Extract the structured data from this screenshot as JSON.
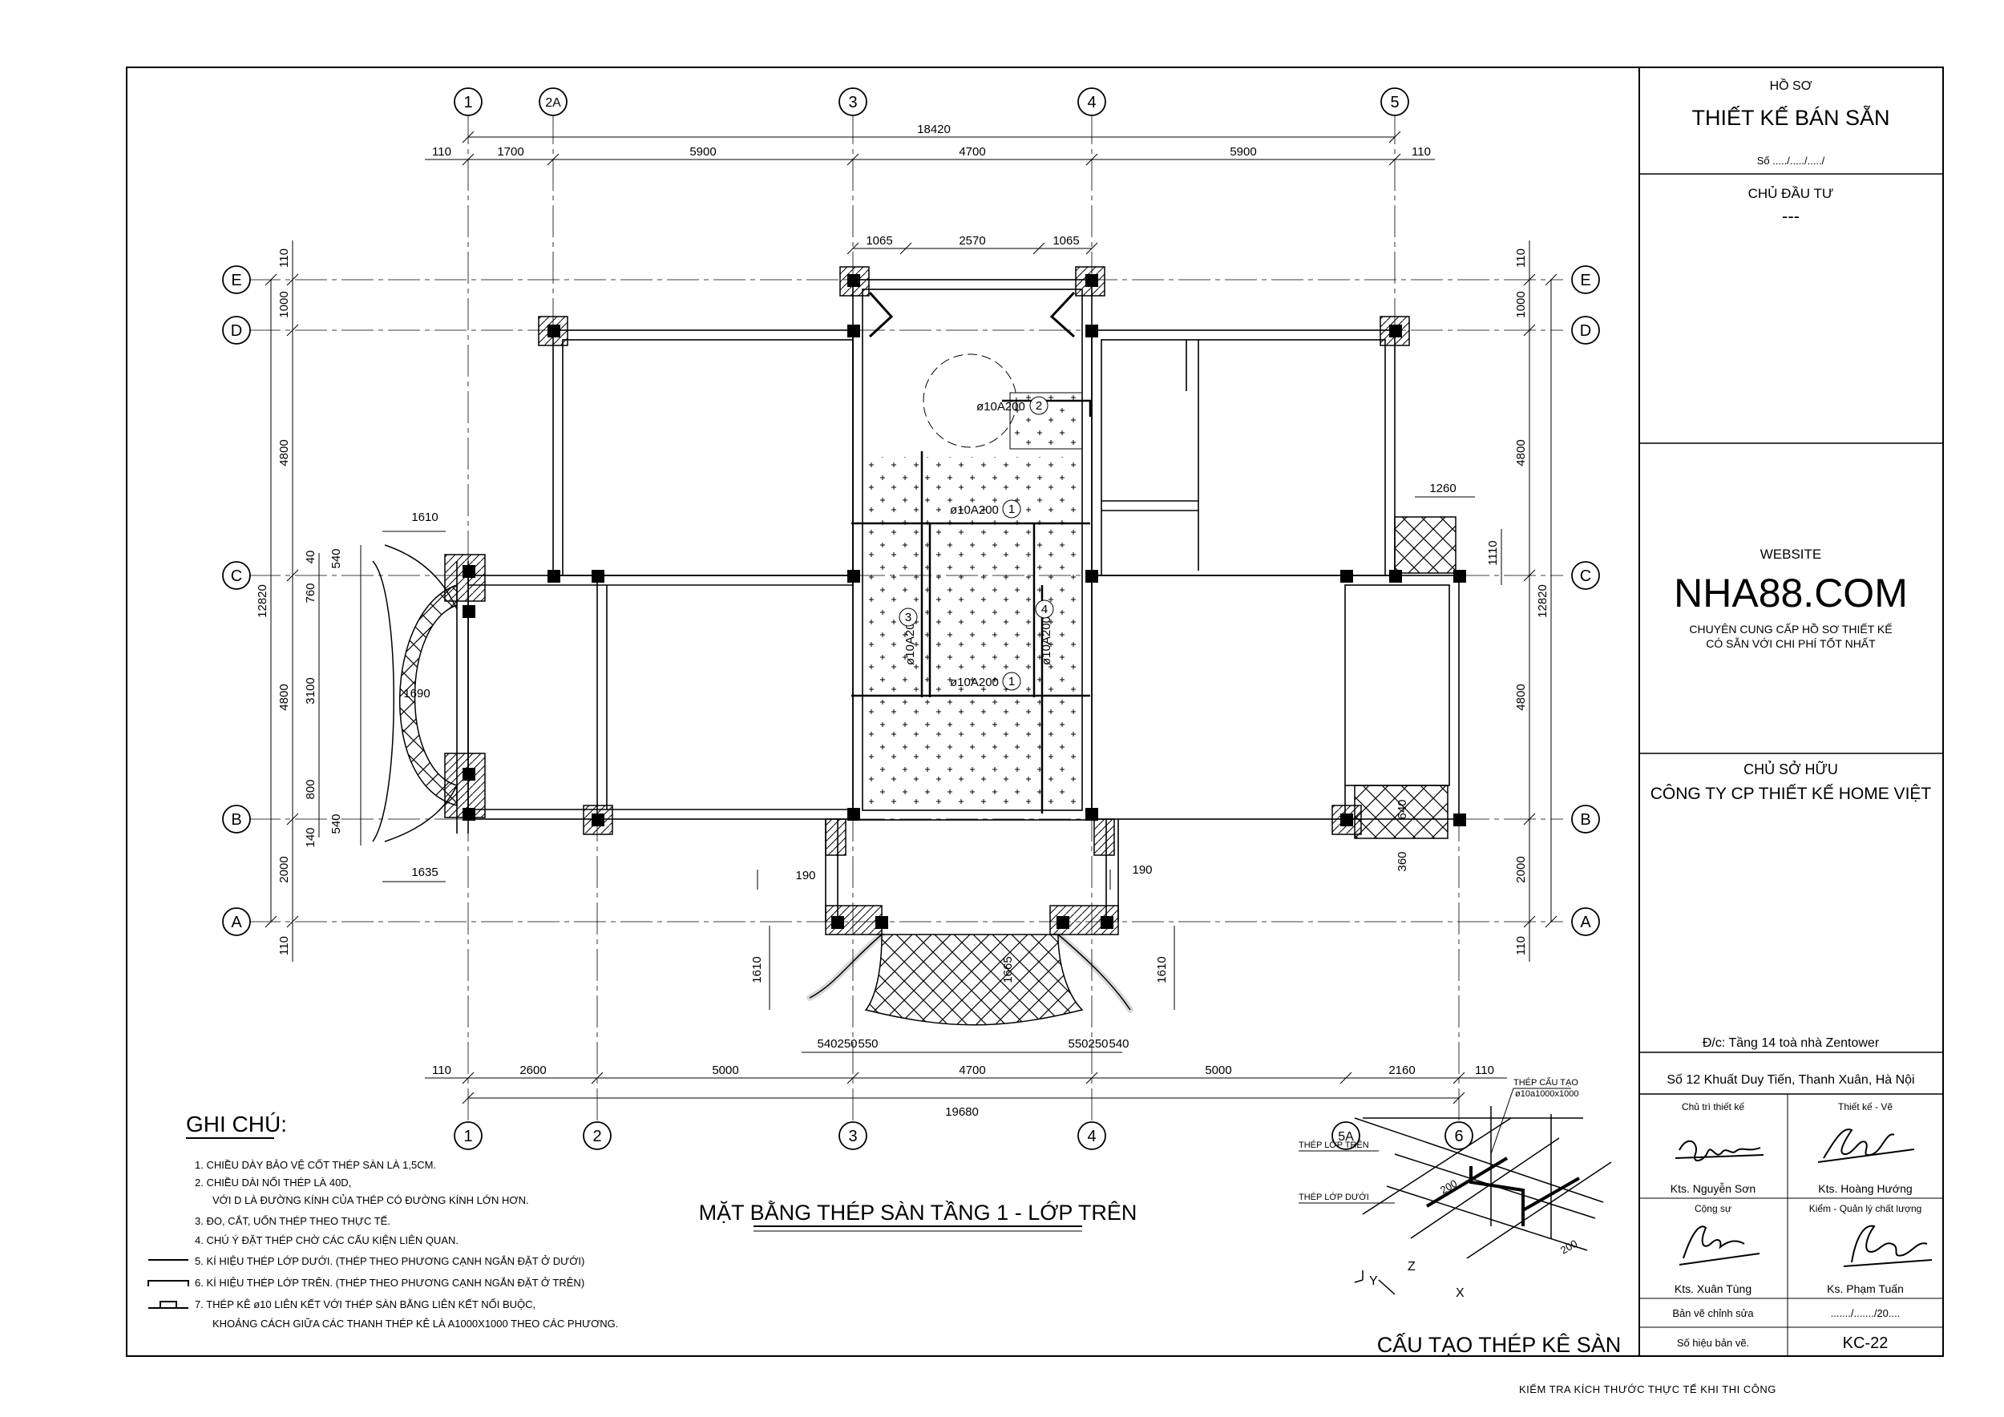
{
  "title_block": {
    "ho_so_label": "HỒ SƠ",
    "ho_so_title": "THIẾT KẾ BÁN SẴN",
    "so_label": "Số ...../...../...../",
    "chu_dau_tu_label": "CHỦ ĐẦU TƯ",
    "chu_dau_tu_value": "---",
    "website_label": "WEBSITE",
    "website_name": "NHA88.COM",
    "tagline_1": "CHUYÊN CUNG CẤP HỒ SƠ THIẾT KẾ",
    "tagline_2": "CÓ SẴN VỚI CHI PHÍ TỐT NHẤT",
    "chu_so_huu_label": "CHỦ SỞ HỮU",
    "chu_so_huu_value": "CÔNG TY CP THIẾT KẾ HOME VIỆT",
    "address_1": "Đ/c: Tầng 14 toà nhà Zentower",
    "address_2": "Số 12 Khuất Duy Tiến, Thanh Xuân, Hà Nội",
    "role_chu_tri": "Chủ trì thiết kế",
    "role_thiet_ke": "Thiết kế - Vẽ",
    "name_chu_tri": "Kts. Nguyễn Sơn",
    "name_thiet_ke": "Kts. Hoàng Hướng",
    "role_cong_su": "Cộng sự",
    "role_kiem": "Kiểm - Quản lý chất lượng",
    "name_cong_su": "Kts. Xuân Tùng",
    "name_kiem": "Ks. Phạm Tuấn",
    "ban_ve_chinh_sua_label": "Bản vẽ chỉnh sửa",
    "ban_ve_chinh_sua_value": "......./......./20....",
    "so_hieu_label": "Số hiệu bản vẽ.",
    "so_hieu_value": "KC-22"
  },
  "drawing": {
    "plan_title": "MẶT BẰNG THÉP SÀN TẦNG 1 - LỚP TRÊN",
    "detail_title": "CẤU TẠO THÉP KÊ SÀN",
    "detail_labels": {
      "thep_cau_tao": "THÉP CẤU TẠO",
      "thep_cau_tao_spec": "ø10a1000x1000",
      "thep_lop_tren": "THÉP LỚP TRÊN",
      "thep_lop_duoi": "THÉP LỚP DƯỚI",
      "dim_200a": "200",
      "dim_200b": "200",
      "axis_x": "X",
      "axis_y": "Y",
      "axis_z": "Z"
    },
    "grid_top": [
      "1",
      "2A",
      "3",
      "4",
      "5"
    ],
    "grid_bottom": [
      "1",
      "2",
      "3",
      "4",
      "5A",
      "6"
    ],
    "grid_left": [
      "E",
      "D",
      "C",
      "B",
      "A"
    ],
    "grid_right": [
      "E",
      "D",
      "C",
      "B",
      "A"
    ],
    "dims_top_overall": "18420",
    "dims_top": [
      "110",
      "1700",
      "5900",
      "4700",
      "5900",
      "110"
    ],
    "dims_top_inner": [
      "1065",
      "2570",
      "1065"
    ],
    "dims_bottom": [
      "110",
      "2600",
      "5000",
      "4700",
      "5000",
      "2160",
      "110"
    ],
    "dims_bottom_overall": "19680",
    "dims_bottom_inner_left": [
      "540",
      "250",
      "550"
    ],
    "dims_bottom_inner_right": [
      "550",
      "250",
      "540"
    ],
    "dims_left": [
      "110",
      "1000",
      "4800",
      "12820",
      "4800",
      "2000",
      "110"
    ],
    "dims_left_inner": [
      "40",
      "540",
      "760",
      "3100",
      "800",
      "540",
      "140"
    ],
    "dims_right": [
      "110",
      "1000",
      "4800",
      "1110",
      "12820",
      "4800",
      "2000",
      "110"
    ],
    "dims_misc": {
      "d1610_top": "1610",
      "d1690": "1690",
      "d1635": "1635",
      "d1260": "1260",
      "d640": "640",
      "d360": "360",
      "d190_left": "190",
      "d190_right": "190",
      "d1610_left": "1610",
      "d1610_right": "1610",
      "d1665": "1665"
    },
    "rebar_labels": {
      "r2": "ø10A200",
      "r2_num": "2",
      "r1_top": "ø10A200",
      "r1_top_num": "1",
      "r3": "ø10A200",
      "r3_num": "3",
      "r4": "ø10A200",
      "r4_num": "4",
      "r1_bot": "ø10A200",
      "r1_bot_num": "1"
    }
  },
  "notes": {
    "heading": "GHI CHÚ:",
    "n1": "1. CHIỀU DÀY BẢO VỆ CỐT THÉP SÀN LÀ 1,5CM.",
    "n2": "2. CHIỀU DÀI NỐI THÉP LÀ 40D,",
    "n2b": "VỚI D LÀ ĐƯỜNG KÍNH CỦA THÉP CÓ ĐƯỜNG KÍNH LỚN HƠN.",
    "n3": "3. ĐO, CẮT, UỐN THÉP THEO THỰC TẾ.",
    "n4": "4. CHÚ Ý ĐẶT THÉP CHỜ CÁC CẤU KIỆN LIÊN QUAN.",
    "n5": "5. KÍ HIỆU THÉP LỚP DƯỚI. (THÉP THEO PHƯƠNG CẠNH NGẮN ĐẶT Ở DƯỚI)",
    "n6": "6. KÍ HIỆU THÉP LỚP TRÊN. (THÉP THEO PHƯƠNG CẠNH NGẮN ĐẶT Ở TRÊN)",
    "n7": "7. THÉP KÊ ø10 LIÊN KẾT VỚI THÉP SÀN BẰNG LIÊN KẾT NỐI BUỘC,",
    "n7b": "KHOẢNG CÁCH GIỮA CÁC THANH THÉP KÊ LÀ A1000X1000 THEO CÁC PHƯƠNG."
  },
  "footer": "KIỂM TRA KÍCH THƯỚC THỰC TẾ KHI THI CÔNG"
}
